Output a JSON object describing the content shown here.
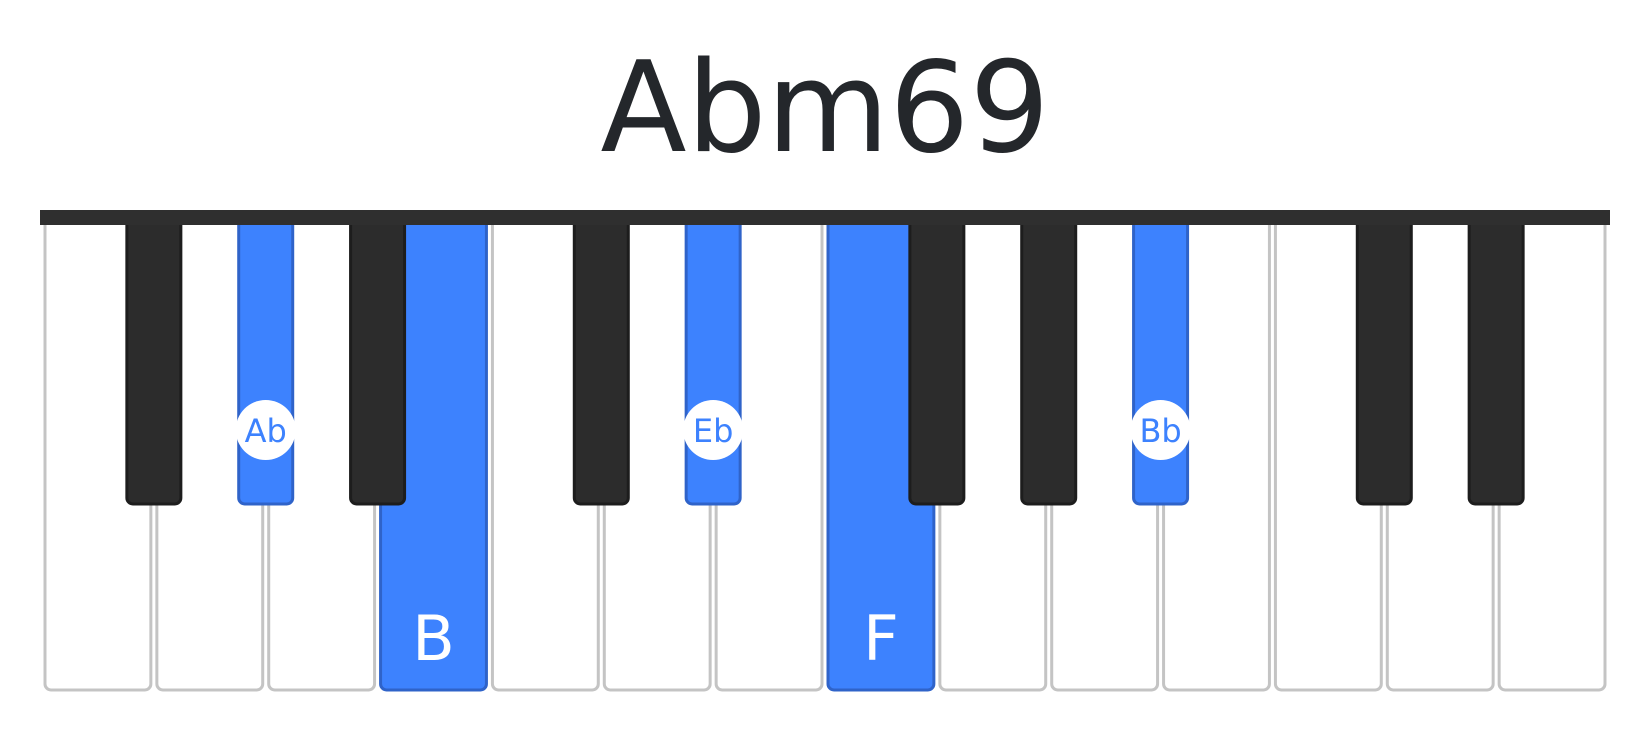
{
  "chord": {
    "name": "Abm69"
  },
  "keyboard": {
    "white_key_count": 14,
    "black_key_slots": [
      0,
      1,
      2,
      4,
      5,
      7,
      8,
      9,
      11,
      12
    ],
    "highlighted_white": [
      {
        "index": 3,
        "label": "B"
      },
      {
        "index": 7,
        "label": "F"
      }
    ],
    "highlighted_black": [
      {
        "slot": 1,
        "label": "Ab"
      },
      {
        "slot": 5,
        "label": "Eb"
      },
      {
        "slot": 9,
        "label": "Bb"
      }
    ],
    "colors": {
      "highlight": "#3d82fe",
      "highlight_border": "#2f63c9",
      "black_key": "#2c2c2c",
      "white_key_border": "#c4c4c4",
      "top_bar": "#2f2f2f",
      "label_white": "#ffffff",
      "label_badge_text": "#3d82fe",
      "title": "#24272b"
    }
  }
}
